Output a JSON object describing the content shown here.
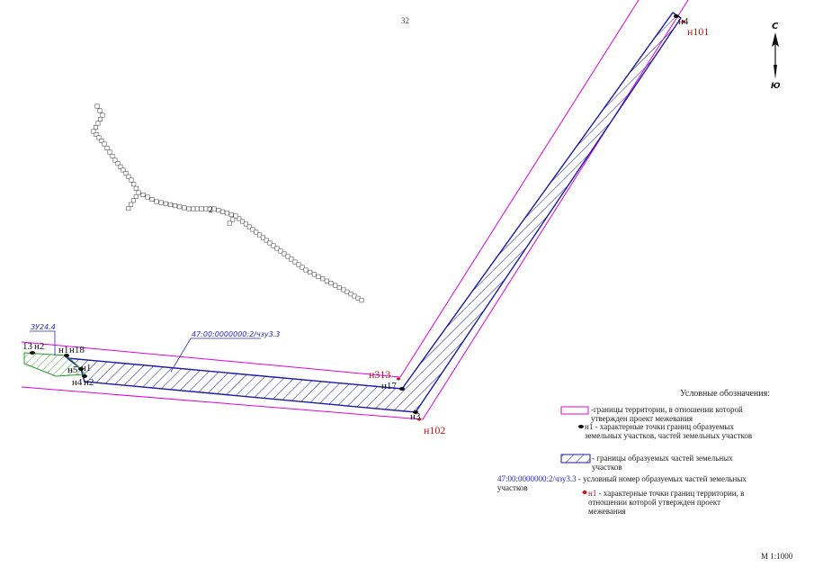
{
  "page_number": "32",
  "compass": {
    "north": "С",
    "south": "Ю"
  },
  "scale": "М 1:1000",
  "labels": {
    "parcel_zu": "ЗУ24.4",
    "cadastral_part": "47:00:0000000:2/чзу3.3",
    "p_13": "13",
    "p_n2_left": "н2",
    "p_n1_a": "н1",
    "p_n18": "н18",
    "p_n5": "н5",
    "p_n1_b": "н1",
    "p_n4": "н4",
    "p_n2_b": "н2",
    "p_n313": "н313",
    "p_n17": "н17",
    "p_n3": "н3",
    "p_n102": "н102",
    "p_n4_top": "н4",
    "p_n101": "н101",
    "p_2": "2"
  },
  "legend": {
    "title": "Условные обозначения:",
    "items": [
      {
        "symbol": "magenta-rectangle",
        "text": "-границы территории, в отношении которой утвержден проект межевания"
      },
      {
        "symbol": "black-point",
        "label": "н1",
        "text": "- характерные точки границ  образуемых земельных участков, частей земельных участков"
      },
      {
        "symbol": "blue-hatch",
        "text": "- границы образуемых частей земельных участков"
      },
      {
        "symbol": "blue-text",
        "label": "47:00:0000000:2/чзу3.3",
        "text": "- условный номер образуемых частей земельных участков"
      },
      {
        "symbol": "red-point",
        "label": "н1",
        "text": "-  характерные точки границ территории, в отношении которой утвержден проект межевания"
      }
    ]
  },
  "colors": {
    "territory_boundary": "#e000e0",
    "parcel_boundary": "#1a1aa8",
    "green_parcel": "#2a9a2a",
    "red_points": "#c81414",
    "blue_label": "#2828c8"
  }
}
